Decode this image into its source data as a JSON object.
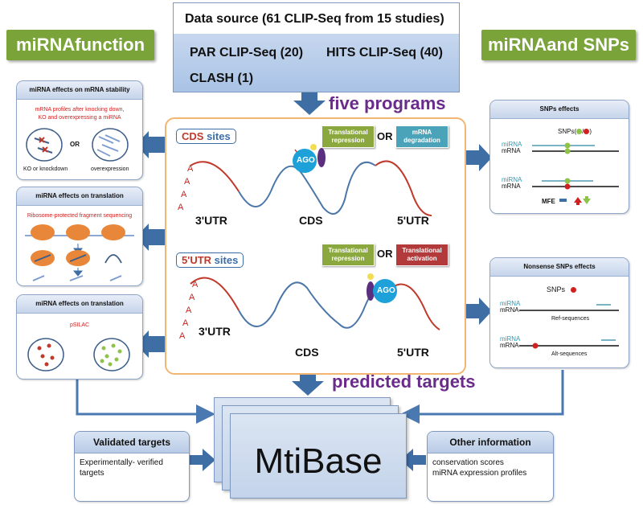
{
  "titles": {
    "left": "miRNAfunction",
    "right": "miRNAand SNPs"
  },
  "data_source": {
    "title": "Data source (61 CLIP-Seq from 15 studies)",
    "par": "PAR CLIP-Seq (20)",
    "hits": "HITS CLIP-Seq (40)",
    "clash": "CLASH (1)"
  },
  "five_programs": "five programs",
  "predicted_targets": "predicted targets",
  "panel_stability": {
    "title": "miRNA effects on mRNA stability",
    "desc_line1": "mRNA profiles after knocking down,",
    "desc_line2": "KO and overexpressing a miRNA",
    "or": "OR",
    "label_left": "KO or knockdown",
    "label_right": "overexpression"
  },
  "panel_translation1": {
    "title": "miRNA effects on translation",
    "desc": "Ribosome-protected  fragment sequencing"
  },
  "panel_translation2": {
    "title": "miRNA effects on translation",
    "desc": "pSILAC"
  },
  "cds_section": {
    "title_a": "CDS",
    "title_b": "sites",
    "ago": "AGO",
    "mech1": "Translational repression",
    "or": "OR",
    "mech2": "mRNA degradation",
    "polyA": [
      "A",
      "A",
      "A",
      "A"
    ],
    "label_3utr": "3'UTR",
    "label_cds": "CDS",
    "label_5utr": "5'UTR"
  },
  "utr5_section": {
    "title_a": "5'UTR",
    "title_b": "sites",
    "ago": "AGO",
    "mech1": "Translational repression",
    "or": "OR",
    "mech2": "Translational activation",
    "polyA": [
      "A",
      "A",
      "A",
      "A",
      "A"
    ],
    "label_3utr": "3'UTR",
    "label_cds": "CDS",
    "label_5utr": "5'UTR"
  },
  "snp_effects": {
    "title": "SNPs effects",
    "snps_label": "SNPs(",
    "snps_sep": "/",
    "snps_close": ")",
    "mirna": "miRNA",
    "mrna": "mRNA",
    "mfe": "MFE"
  },
  "nonsense_snp": {
    "title": "Nonsense SNPs effects",
    "snps": "SNPs",
    "mirna": "miRNA",
    "mrna": "mRNA",
    "ref": "Ref-sequences",
    "alt": "Alt-sequences"
  },
  "validated": {
    "title": "Validated targets",
    "body": "Experimentally- verified targets"
  },
  "other_info": {
    "title": "Other information",
    "line1": "conservation scores",
    "line2": "miRNA expression profiles"
  },
  "mtibase": "MtiBase",
  "colors": {
    "green_title": "#7aa33a",
    "arrow_blue": "#3f6ea5",
    "cds_red": "#c0392b",
    "wave_blue": "#4b76a8",
    "wave_red": "#c0392b",
    "mech_green": "#8aa83e",
    "mech_teal": "#4aa3b8",
    "mech_red": "#b23a3a",
    "purple": "#6a2c8a"
  }
}
